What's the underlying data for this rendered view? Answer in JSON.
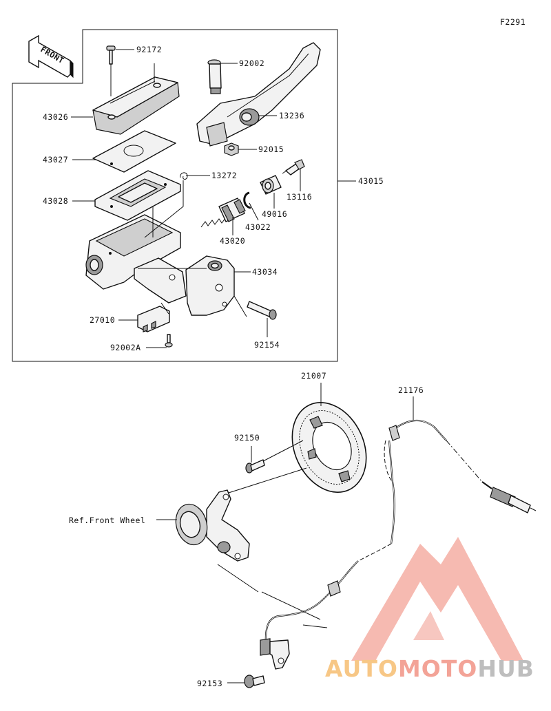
{
  "figure_code": "F2291",
  "front_label": "FRONT",
  "ref_label": "Ref.Front Wheel",
  "labels": {
    "p92172": "92172",
    "p92002": "92002",
    "p43026": "43026",
    "p13236": "13236",
    "p92015": "92015",
    "p43027": "43027",
    "p13272": "13272",
    "p43015": "43015",
    "p43028": "43028",
    "p13116": "13116",
    "p49016": "49016",
    "p43022": "43022",
    "p43020": "43020",
    "p43034": "43034",
    "p27010": "27010",
    "p92002A": "92002A",
    "p92154": "92154",
    "p21007": "21007",
    "p21176": "21176",
    "p92150": "92150",
    "p92153": "92153"
  },
  "watermark": {
    "part1": "AUTO",
    "part2": "MOTO",
    "part3": "HUB",
    "color1": "#f7c27a",
    "color2": "#f29a8c",
    "color3": "#b8b8b8"
  }
}
